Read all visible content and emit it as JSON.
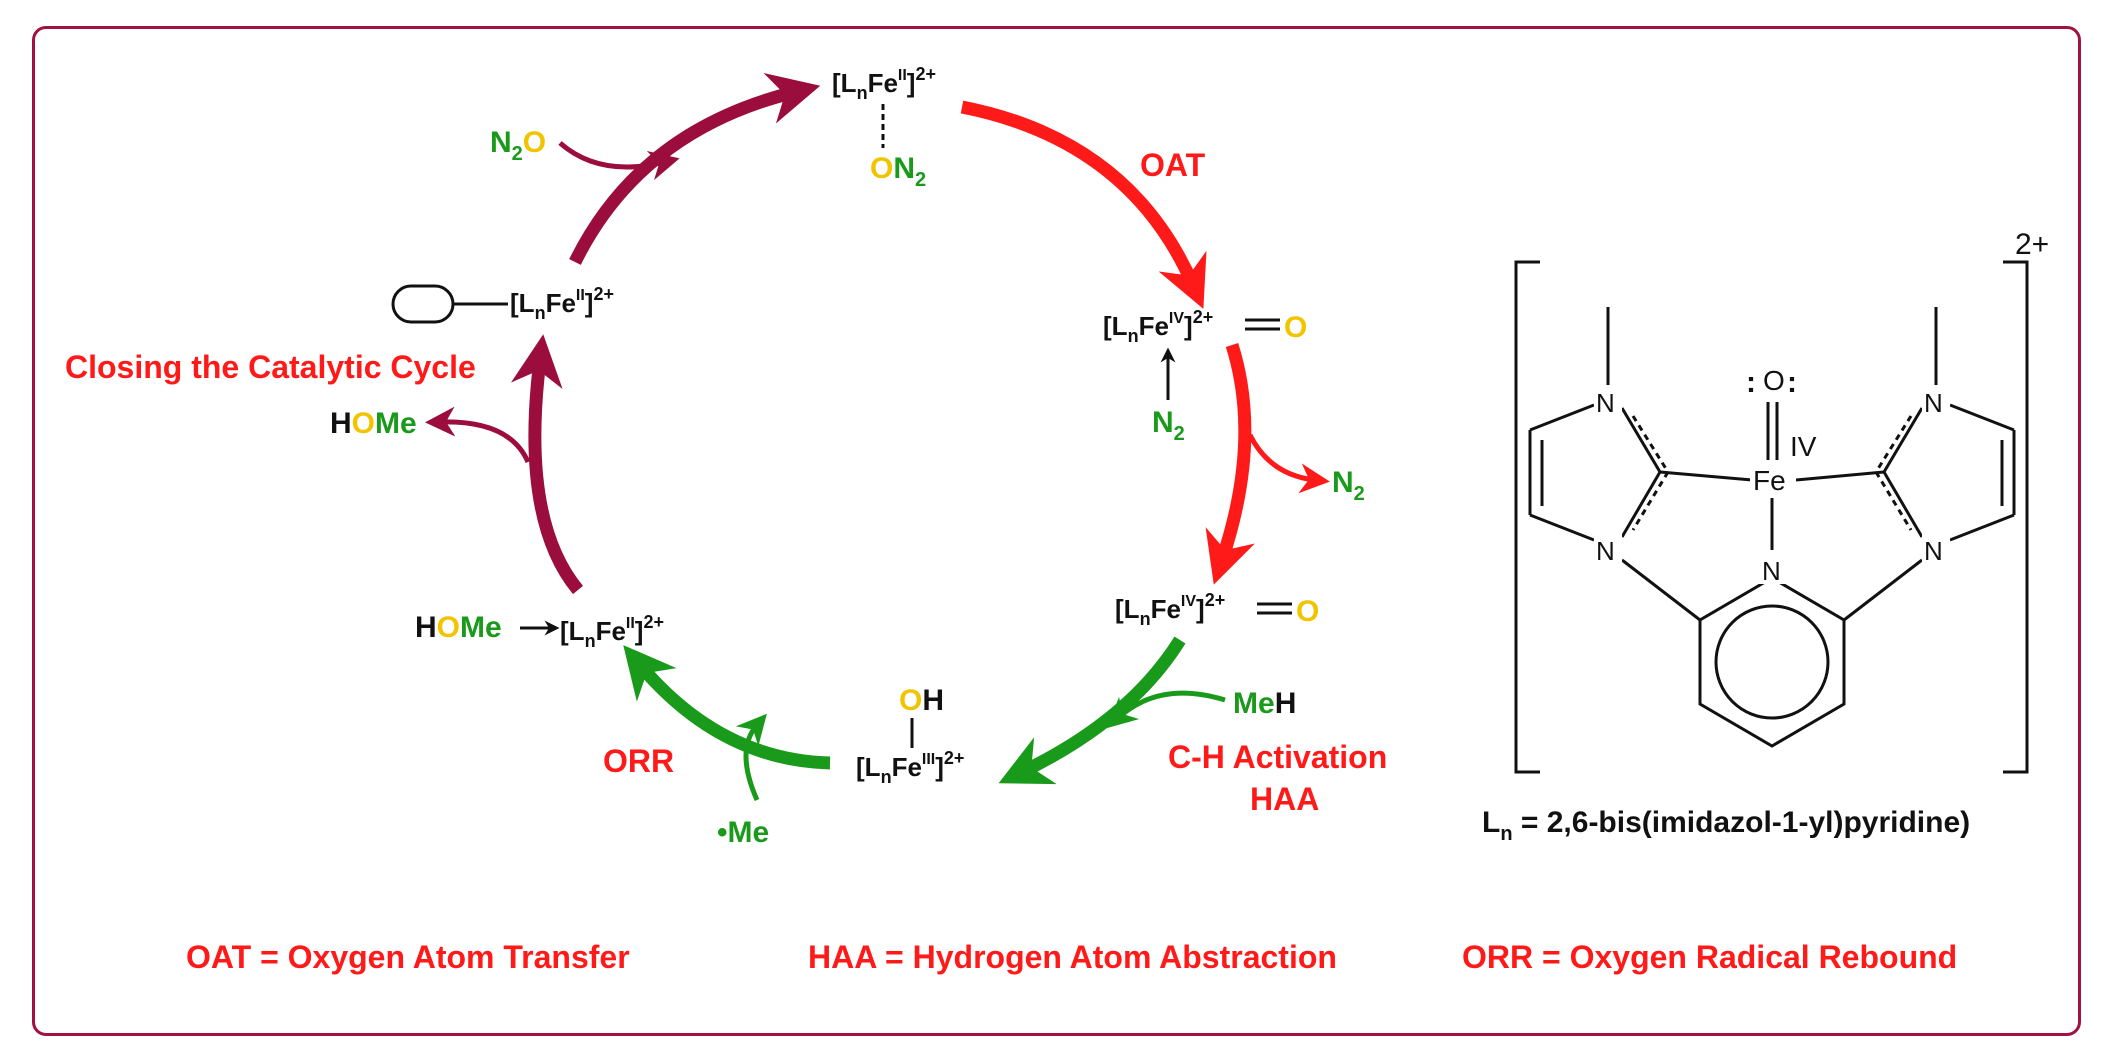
{
  "colors": {
    "frame": "#a0123f",
    "oat_arrow": "#ff1a1a",
    "haa_arrow": "#1a9a1a",
    "closing_arrow": "#9b0d3d",
    "oxygen": "#f2c400",
    "nitrogen_species": "#1a9a1a",
    "label_red": "#ff1a1a",
    "text": "#111111"
  },
  "species": {
    "top": {
      "bracket_open": "[",
      "L": "L",
      "n": "n",
      "Fe": "Fe",
      "ox": "II",
      "bracket_close": "]",
      "charge": "2+",
      "O": "O",
      "N2": "N",
      "N2_sub": "2"
    },
    "ferryl_n2": {
      "bracket_open": "[",
      "L": "L",
      "n": "n",
      "Fe": "Fe",
      "ox": "IV",
      "bracket_close": "]",
      "charge": "2+",
      "O": "O",
      "N": "N",
      "N_sub": "2"
    },
    "n2_release": {
      "N": "N",
      "N_sub": "2"
    },
    "ferryl": {
      "bracket_open": "[",
      "L": "L",
      "n": "n",
      "Fe": "Fe",
      "ox": "IV",
      "bracket_close": "]",
      "charge": "2+",
      "O": "O"
    },
    "meh": {
      "Me": "Me",
      "H": "H"
    },
    "hydroxo": {
      "O": "O",
      "H": "H",
      "bracket_open": "[",
      "L": "L",
      "n": "n",
      "Fe": "Fe",
      "ox": "III",
      "bracket_close": "]",
      "charge": "2+"
    },
    "me_radical": {
      "dot": "•",
      "Me": "Me"
    },
    "alcohol_adduct": {
      "H": "H",
      "O": "O",
      "Me": "Me",
      "bracket_open": "[",
      "L": "L",
      "n": "n",
      "Fe": "Fe",
      "ox": "II",
      "bracket_close": "]",
      "charge": "2+"
    },
    "homo_release": {
      "H": "H",
      "O": "O",
      "Me": "Me"
    },
    "vacant": {
      "bracket_open": "[",
      "L": "L",
      "n": "n",
      "Fe": "Fe",
      "ox": "II",
      "bracket_close": "]",
      "charge": "2+"
    },
    "n2o": {
      "N": "N",
      "N_sub": "2",
      "O": "O"
    }
  },
  "labels": {
    "oat": "OAT",
    "ch_activation": "C-H Activation",
    "haa": "HAA",
    "orr": "ORR",
    "closing": "Closing the Catalytic Cycle"
  },
  "structure": {
    "charge": "2+",
    "oxo": "O",
    "oxo_dots": ":",
    "metal": "Fe",
    "ox_state": "IV",
    "n_upper_left": "N",
    "n_lower_left": "N",
    "n_upper_right": "N",
    "n_lower_right": "N",
    "n_pyridine": "N",
    "ligand_L": "L",
    "ligand_n": "n",
    "ligand_name": " = 2,6-bis(imidazol-1-yl)pyridine)"
  },
  "legend": {
    "oat": "OAT =  Oxygen Atom Transfer",
    "haa": "HAA = Hydrogen Atom Abstraction",
    "orr": "ORR = Oxygen Radical Rebound"
  }
}
